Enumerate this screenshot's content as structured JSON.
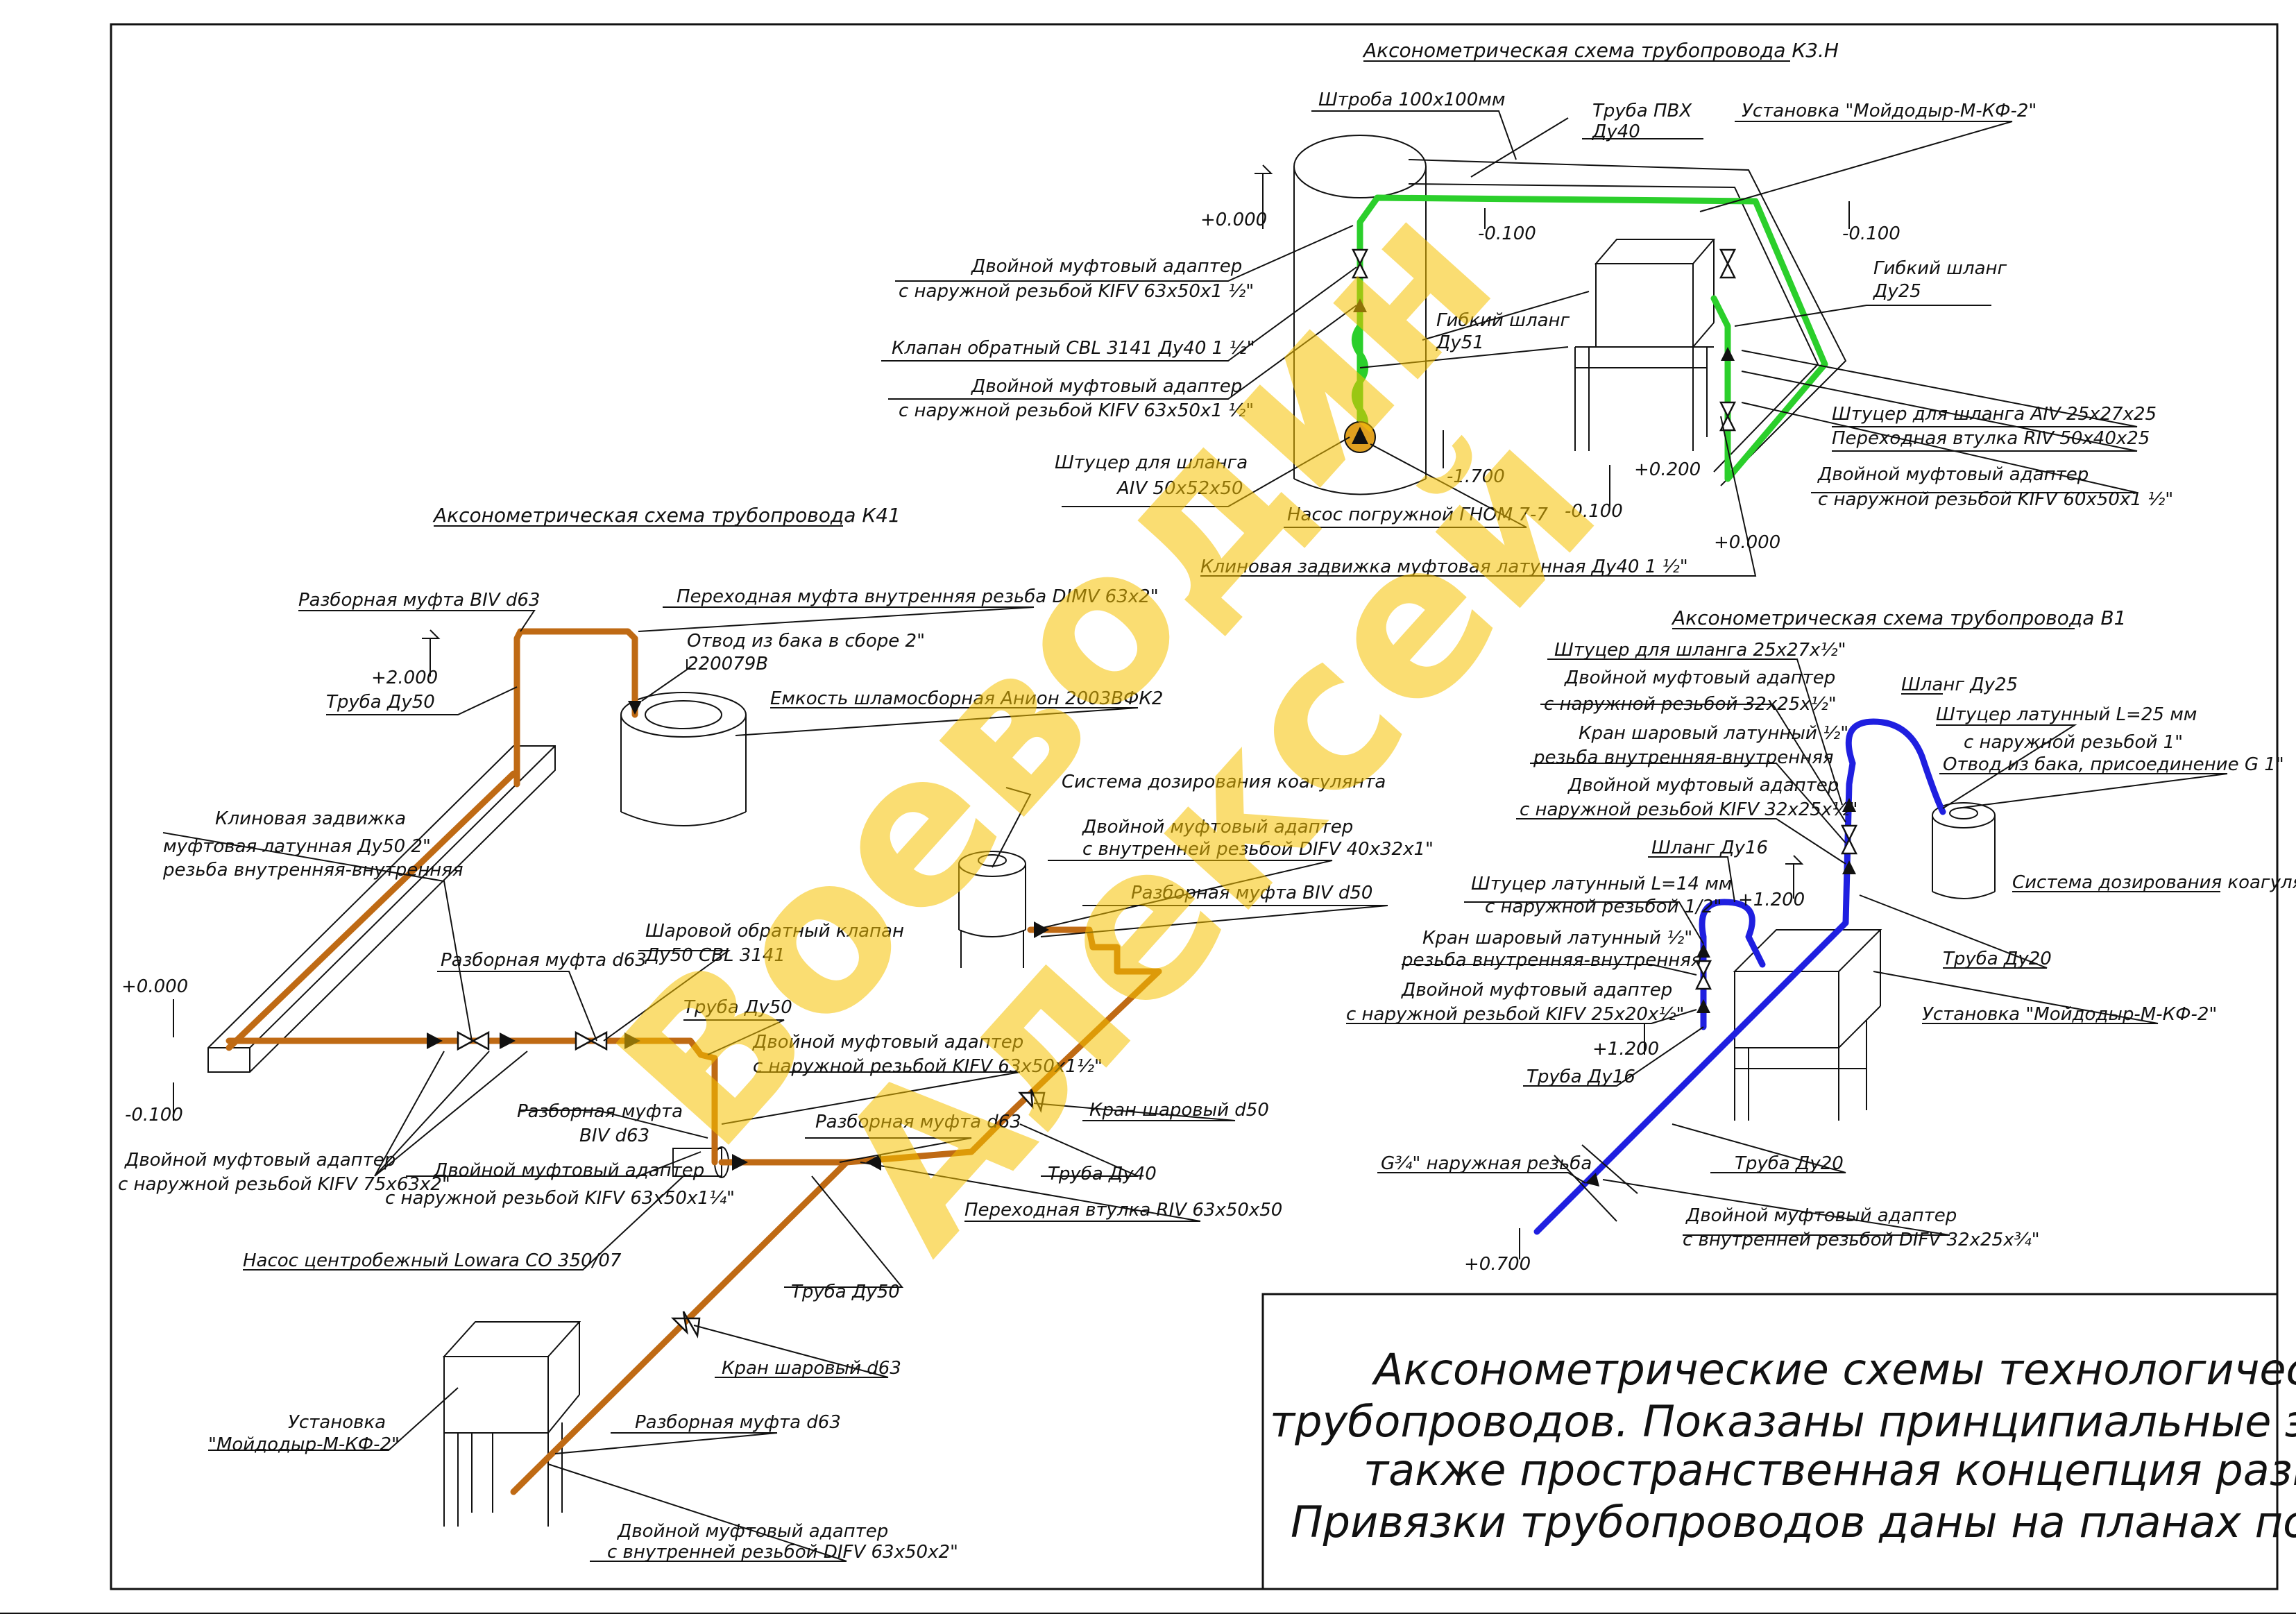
{
  "titles": {
    "k3n": "Аксонометрическая схема трубопровода К3.Н",
    "k41": "Аксонометрическая схема трубопровода К41",
    "b1": "Аксонометрическая схема трубопровода В1"
  },
  "levels": {
    "k3n_top": "+0.000",
    "k3n_a": "-0.100",
    "k3n_b": "-0.100",
    "k3n_pump": "-1.700",
    "k3n_c": "-0.100",
    "k3n_d": "+0.200",
    "k3n_e": "+0.000",
    "k41_top": "+2.000",
    "k41_a": "+0.000",
    "k41_b": "-0.100",
    "b1_a": "+1.200",
    "b1_b": "+1.200",
    "b1_c": "+0.700"
  },
  "k3n_labels": {
    "shtroba": "Штроба 100х100мм",
    "pipe_pvc_1": "Труба ПВХ",
    "pipe_pvc_2": "Ду40",
    "unit": "Установка \"Мойдодыр-М-КФ-2\"",
    "adapter1_1": "Двойной муфтовый адаптер",
    "adapter1_2": "с наружной резьбой KIFV 63х50х1 ½\"",
    "check_valve": "Клапан обратный CBL 3141 Ду40 1 ½\"",
    "adapter2_1": "Двойной муфтовый адаптер",
    "adapter2_2": "с наружной резьбой KIFV 63х50х1 ½\"",
    "hose51_1": "Гибкий шланг",
    "hose51_2": "Ду51",
    "fitting50_1": "Штуцер для шланга",
    "fitting50_2": "AIV 50х52х50",
    "pump": "Насос погружной ГНОМ 7-7",
    "gate": "Клиновая задвижка муфтовая латунная Ду40 1 ½\"",
    "hose25_1": "Гибкий шланг",
    "hose25_2": "Ду25",
    "fitting25": "Штуцер для шланга AIV 25х27х25",
    "bushing": "Переходная втулка RIV 50х40х25",
    "adapter3_1": "Двойной муфтовый адаптер",
    "adapter3_2": "с наружной резьбой KIFV 60х50х1 ½\""
  },
  "k41_labels": {
    "bivd63_top": "Разборная муфта BIV d63",
    "dimv": "Переходная муфта внутренняя резьба DIMV 63х2\"",
    "tank_outlet_1": "Отвод из бака в сборе 2\"",
    "tank_outlet_2": "220079В",
    "tank": "Емкость шламосборная Анион 2003ВФК2",
    "pipe50_top": "Труба Ду50",
    "gate_1": "Клиновая задвижка",
    "gate_2": "муфтовая латунная Ду50 2\"",
    "gate_3": "резьба внутренняя-внутренняя",
    "coupling_d63_a": "Разборная муфта d63",
    "check_ball_1": "Шаровой обратный клапан",
    "check_ball_2": "Ду50 CBL 3141",
    "pipe50_mid": "Труба Ду50",
    "adapter_kifv_1": "Двойной муфтовый адаптер",
    "adapter_kifv_2": "с наружной резьбой KIFV 63х50х1½\"",
    "coupling_biv_1": "Разборная муфта",
    "coupling_biv_2": "BIV d63",
    "adapter_75_1": "Двойной муфтовый адаптер",
    "adapter_75_2": "с наружной резьбой KIFV 75х63х2\"",
    "adapter_1_1": "Двойной муфтовый адаптер",
    "adapter_1_2": "с наружной резьбой KIFV 63х50х1¼\"",
    "pump": "Насос центробежный Lowara CO 350/07",
    "coag": "Система дозирования коагулянта",
    "difv_1": "Двойной муфтовый адаптер",
    "difv_2": "с внутренней резьбой DIFV 40х32х1\"",
    "bivd50": "Разборная муфта BIV d50",
    "coupling_d63_b": "Разборная муфта d63",
    "ball_d50": "Кран шаровый d50",
    "pipe40": "Труба Ду40",
    "bushing": "Переходная втулка RIV 63х50х50",
    "pipe50_low": "Труба Ду50",
    "ball_d63": "Кран шаровый d63",
    "unit_1": "Установка",
    "unit_2": "\"Мойдодыр-М-КФ-2\"",
    "coupling_d63_c": "Разборная муфта d63",
    "difv63_1": "Двойной муфтовый адаптер",
    "difv63_2": "с внутренней резьбой DIFV 63х50х2\""
  },
  "b1_labels": {
    "fit25": "Штуцер для шланга 25х27х½\"",
    "adapter_a_1": "Двойной муфтовый адаптер",
    "adapter_a_2": "с наружной резьбой 32х25х½\"",
    "ball_a_1": "Кран шаровый латунный ½\"",
    "ball_a_2": "резьба внутренняя-внутренняя",
    "adapter_b_1": "Двойной муфтовый адаптер",
    "adapter_b_2": "с наружной резьбой KIFV 32х25х½\"",
    "hose25": "Шланг Ду25",
    "brass_fit_1": "Штуцер латунный L=25 мм",
    "brass_fit_2": "с наружной резьбой 1\"",
    "tank_outlet": "Отвод из бака, присоединение G 1\"",
    "coag": "Система дозирования коагулянта",
    "hose16": "Шланг Ду16",
    "fit14_1": "Штуцер латунный L=14 мм",
    "fit14_2": "с наружной резьбой 1/2\"",
    "ball_b_1": "Кран шаровый латунный ½\"",
    "ball_b_2": "резьба внутренняя-внутренняя",
    "adapter_c_1": "Двойной муфтовый адаптер",
    "adapter_c_2": "с наружной резьбой KIFV 25х20х½\"",
    "pipe20_a": "Труба Ду20",
    "unit": "Установка \"Мойдодыр-М-КФ-2\"",
    "pipe16": "Труба Ду16",
    "thread": "G¾\" наружная резьба",
    "pipe20_b": "Труба Ду20",
    "difv_1": "Двойной муфтовый адаптер",
    "difv_2": "с внутренней резьбой DIFV 32х25х¾\""
  },
  "note": {
    "line1": "Аксонометрические схемы технологических",
    "line2": "трубопроводов. Показаны принципиальные элементы, а",
    "line3": "также пространственная концепция размещения.",
    "line4": "Привязки трубопроводов даны на планах помещения ."
  },
  "watermark": {
    "line1": "Воеводин",
    "line2": "Алексей"
  },
  "colors": {
    "k3n_pipe": "#2bcf2b",
    "k41_pipe": "#bf6a14",
    "b1_pipe": "#1f1fe0",
    "watermark": "#f6c200"
  }
}
